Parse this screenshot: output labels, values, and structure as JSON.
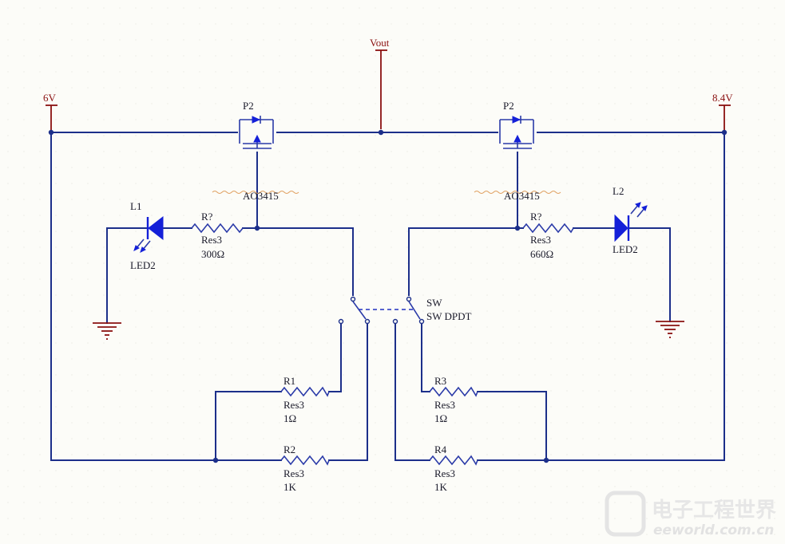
{
  "power": {
    "left": "6V",
    "right": "8.4V",
    "top": "Vout"
  },
  "mosfets": [
    {
      "ref": "P2",
      "part": "AO3415"
    },
    {
      "ref": "P2",
      "part": "AO3415"
    }
  ],
  "leds": [
    {
      "ref": "L1",
      "part": "LED2"
    },
    {
      "ref": "L2",
      "part": "LED2"
    }
  ],
  "res_top": [
    {
      "ref": "R?",
      "type": "Res3",
      "value": "300Ω"
    },
    {
      "ref": "R?",
      "type": "Res3",
      "value": "660Ω"
    }
  ],
  "switch": {
    "ref": "SW",
    "type": "SW DPDT"
  },
  "res_bottom": {
    "r1": {
      "ref": "R1",
      "type": "Res3",
      "value": "1Ω"
    },
    "r2": {
      "ref": "R2",
      "type": "Res3",
      "value": "1K"
    },
    "r3": {
      "ref": "R3",
      "type": "Res3",
      "value": "1Ω"
    },
    "r4": {
      "ref": "R4",
      "type": "Res3",
      "value": "1K"
    }
  },
  "watermark": {
    "cn": "电子工程世界",
    "en": "eeworld.com.cn"
  },
  "colors": {
    "wire": "#1c2f8a",
    "component": "#1420d8",
    "power": "#8a1010",
    "background": "#fcfcf8"
  }
}
